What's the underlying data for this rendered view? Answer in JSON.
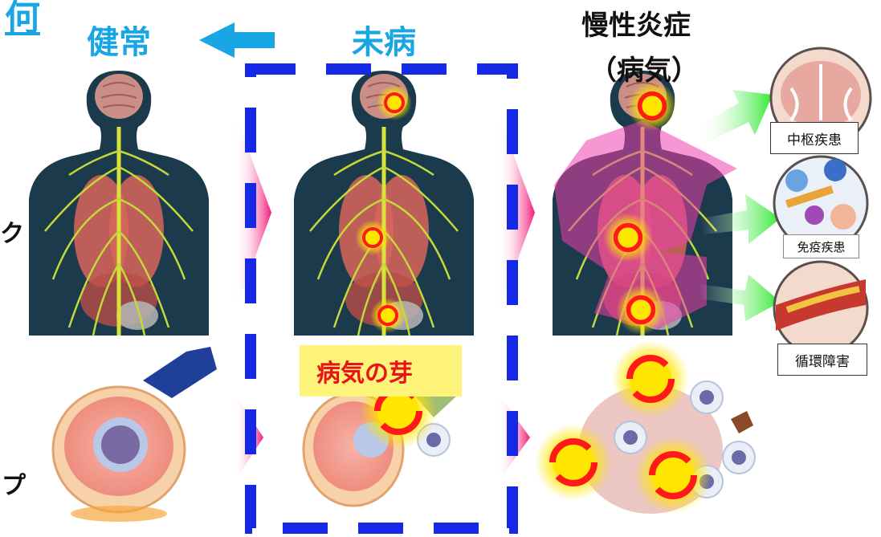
{
  "stages": {
    "healthy": "健常",
    "pre_disease": "未病",
    "chronic_inflammation_line1": "慢性炎症",
    "chronic_inflammation_line2": "（病気）"
  },
  "corner_fragment": "何",
  "side_fragments": {
    "top": "ク",
    "bottom": "プ"
  },
  "diseases": {
    "central": "中枢疾患",
    "immune": "免疫疾患",
    "circulatory": "循環障害"
  },
  "sprout_label": "病気の芽",
  "colors": {
    "stage_label": "#18a6e4",
    "dashed_frame": "#1428e6",
    "green_arrow": "#2ee82e",
    "pink_arrow": "#f2197a",
    "inflammation_red": "#ff1a1a",
    "inflammation_yellow": "#ffe600"
  }
}
